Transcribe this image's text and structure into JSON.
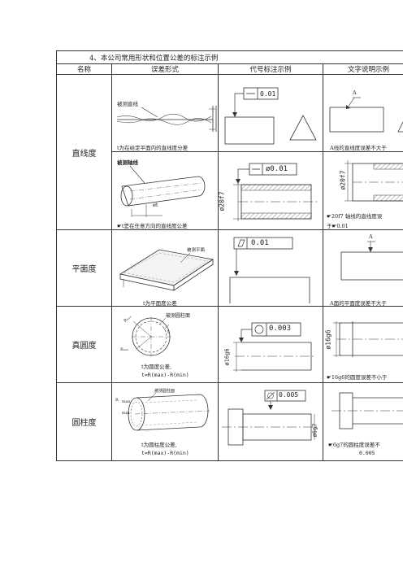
{
  "title": "4、本公司常用形状和位置公差的标注示例",
  "headers": {
    "name": "名称",
    "form": "误差形式",
    "code": "代号标注示例",
    "text": "文字说明示例"
  },
  "rows": {
    "straightness": {
      "name": "直线度",
      "a": {
        "label": "被测直线",
        "caption": "t为在给定平面内的直线度分差",
        "frame_value": "0.01",
        "text_ref": "A",
        "text_caption": "A线的直线度误差不大于"
      },
      "b": {
        "label": "被测轴线",
        "t_mark": "øt",
        "caption": "☛t是在任意方向的直线度公差",
        "frame_value": "ø0.01",
        "dim": "ø20f7",
        "text_dim": "ø20f7",
        "text_caption_1": "☛20f7 轴线的直线度误",
        "text_caption_2": "于☛0.01"
      }
    },
    "flatness": {
      "name": "平面度",
      "label": "被测平面",
      "caption": "t为平面度公差",
      "frame_value": "0.01",
      "text_ref": "A",
      "text_caption": "A面的平面度误差不大于"
    },
    "roundness": {
      "name": "真圆度",
      "label": "被测圆柱面",
      "r_max": "Rₘₐₓ",
      "r_min": "Rₘᵢₙ",
      "t_mark": "t",
      "caption_1": "t为圆度公差,",
      "caption_2": "t=R(max)-R(min)",
      "frame_value": "0.003",
      "dim": "ø16g6",
      "text_dim": "ø16g6",
      "text_caption": "☛16g6的圆度误差不小于"
    },
    "cylindricity": {
      "name": "圆柱度",
      "label": "被测圆柱面",
      "r_max": "max",
      "r_min": "min",
      "r_mark": "R",
      "caption_1": "t为圆柱度公差,",
      "caption_2": "t=R(max)-R(min)",
      "frame_value": "0.005",
      "dim": "ø6g7",
      "text_caption_1": "☛6g7的圆柱度误差不",
      "text_caption_2": "0.005"
    }
  }
}
